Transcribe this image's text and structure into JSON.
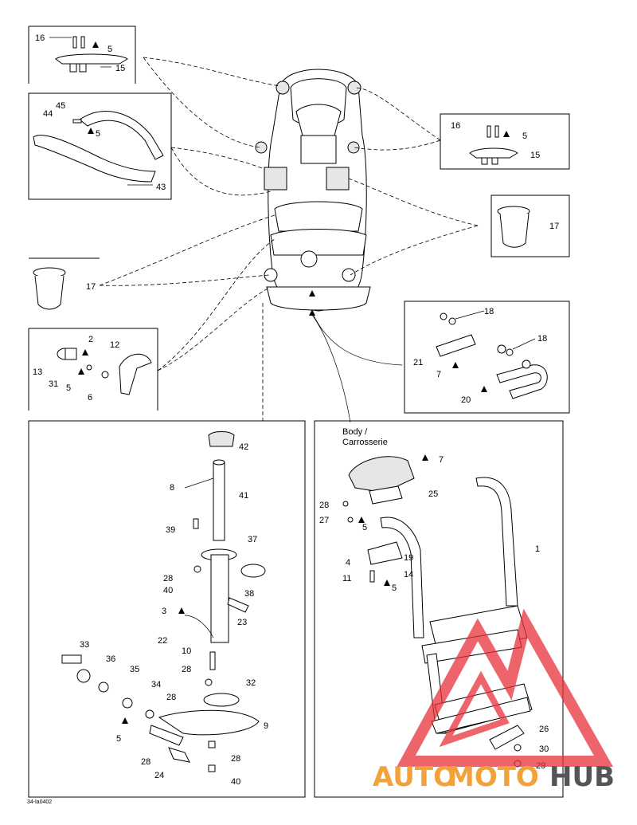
{
  "diagram_code": "34-la0402",
  "body_label_line1": "Body /",
  "body_label_line2": "Carrosserie",
  "watermark": {
    "auto": "AUTO",
    "moto": "MOTO",
    "hub": "HUB",
    "colors": {
      "red": "#e8303a",
      "orange": "#f2a23a",
      "grey": "#555555"
    }
  },
  "callouts": {
    "c1": "1",
    "c2": "2",
    "c3": "3",
    "c4": "4",
    "c5": "5",
    "c6": "6",
    "c7": "7",
    "c8": "8",
    "c9": "9",
    "c10": "10",
    "c11": "11",
    "c12": "12",
    "c13": "13",
    "c14": "14",
    "c15": "15",
    "c16": "16",
    "c17": "17",
    "c18": "18",
    "c19": "19",
    "c20": "20",
    "c21": "21",
    "c22": "22",
    "c23": "23",
    "c24": "24",
    "c25": "25",
    "c26": "26",
    "c27": "27",
    "c28": "28",
    "c29": "29",
    "c30": "30",
    "c31": "31",
    "c32": "32",
    "c33": "33",
    "c34": "34",
    "c35": "35",
    "c36": "36",
    "c37": "37",
    "c38": "38",
    "c39": "39",
    "c40": "40",
    "c41": "41",
    "c42": "42",
    "c43": "43",
    "c44": "44",
    "c45": "45"
  }
}
